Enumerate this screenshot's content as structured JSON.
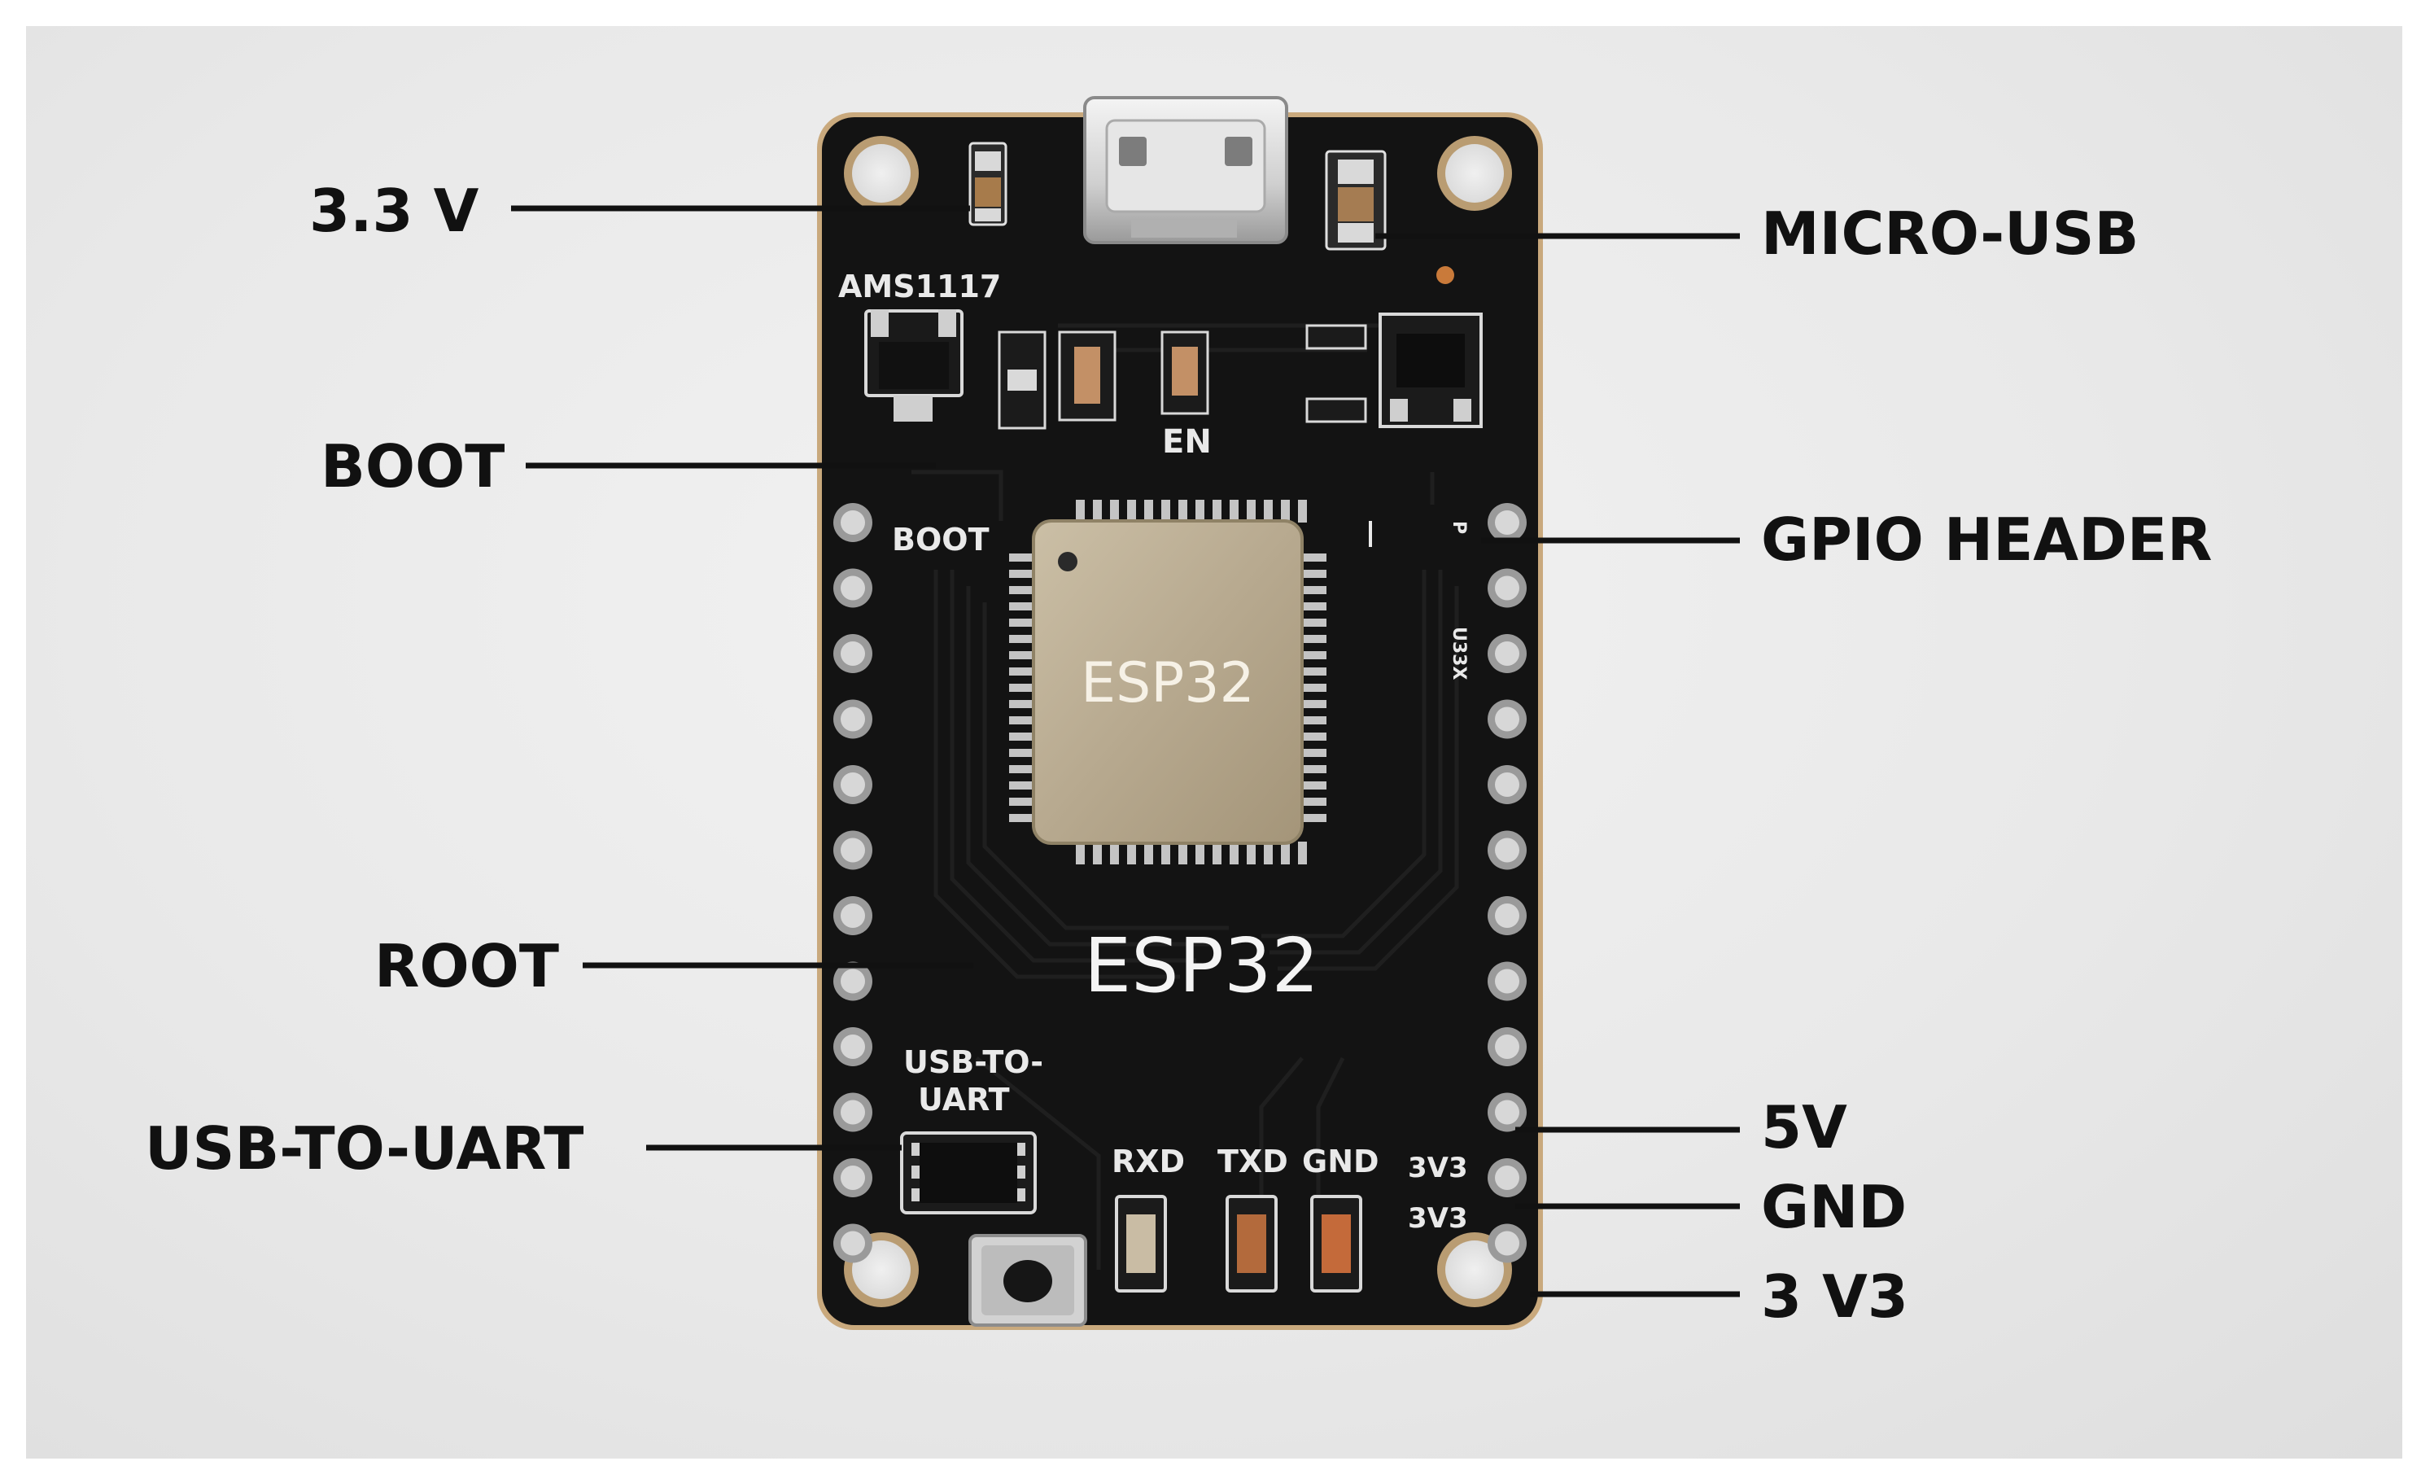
{
  "board": {
    "chip_label": "ESP32",
    "board_label": "ESP32",
    "regulator_label": "AMS1117",
    "boot_silk": "BOOT",
    "en_silk": "EN",
    "uart_silk_line1": "USB-TO-",
    "uart_silk_line2": "UART",
    "rxd_silk": "RXD",
    "txd_silk": "TXD",
    "gnd_silk": "GND",
    "v33_silk_1": "3V3",
    "v33_silk_2": "3V3",
    "vertical_silk": "U33X",
    "vertical_silk_p": "P"
  },
  "callouts": {
    "v33": "3.3 V",
    "micro_usb": "MICRO-USB",
    "boot": "BOOT",
    "gpio_header": "GPIO HEADER",
    "root": "ROOT",
    "usb_to_uart": "USB-TO-UART",
    "v5": "5V",
    "gnd": "GND",
    "v3v3": "3 V3"
  },
  "colors": {
    "pcb": "#121212",
    "pcb_edge": "#c9a97d",
    "silkscreen": "#ececec",
    "chip_shield": "#b9ac94",
    "pin_gold": "#cfcfcf",
    "callout_text": "#111111"
  }
}
